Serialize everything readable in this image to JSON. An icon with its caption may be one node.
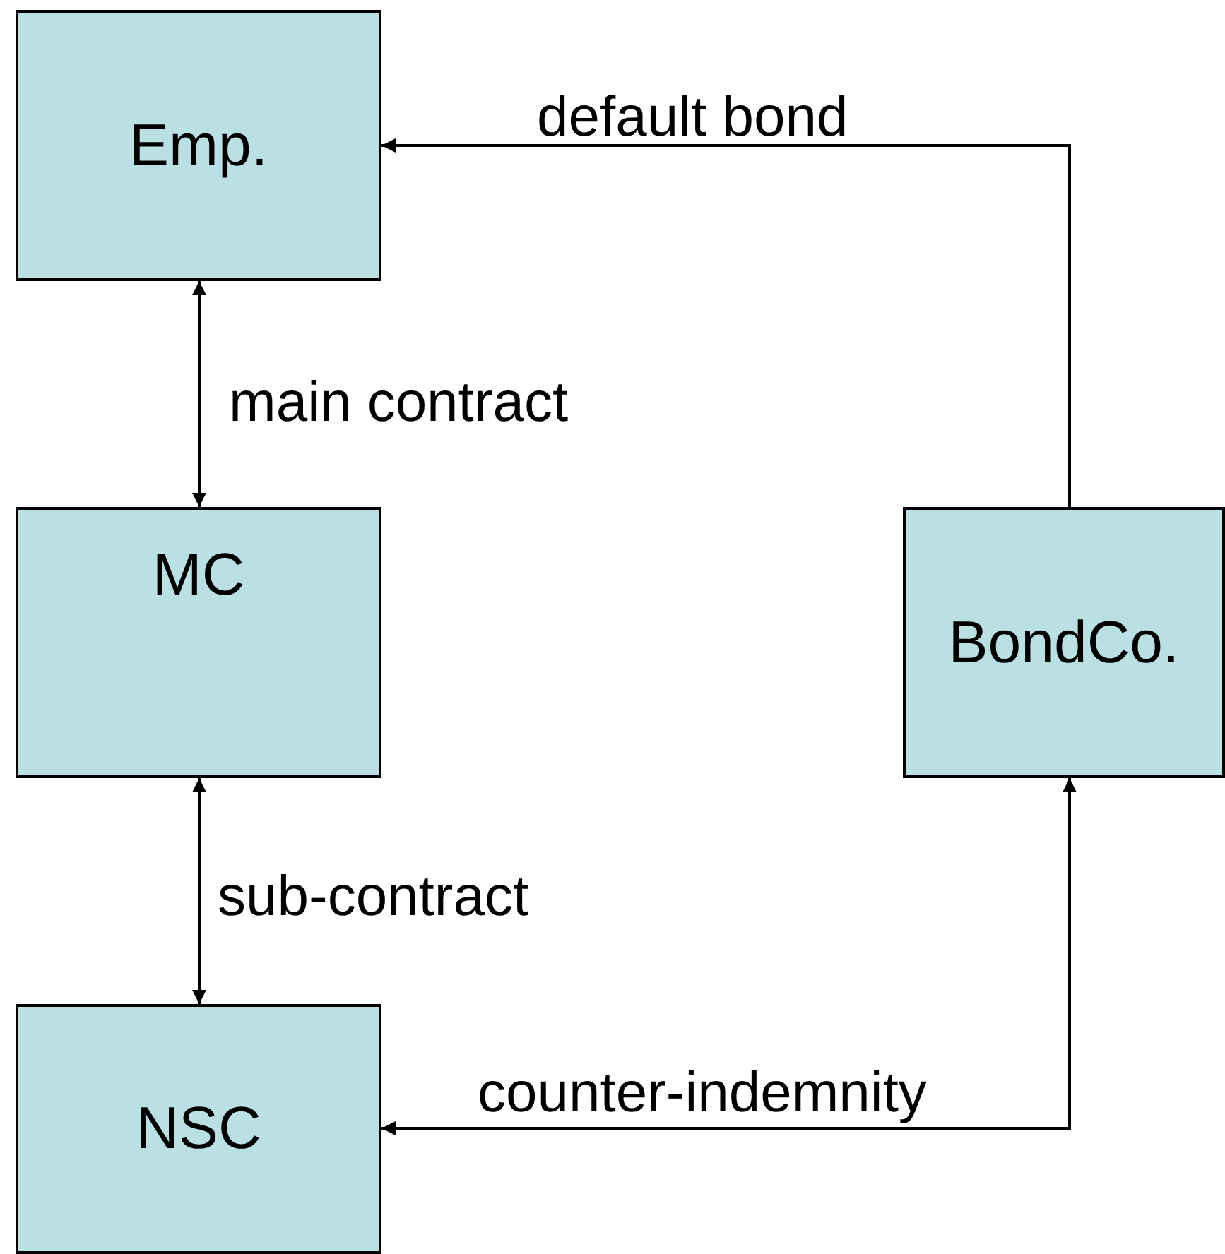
{
  "diagram": {
    "nodes": [
      {
        "text": [
          "Emp."
        ]
      },
      {
        "text": [
          "MC"
        ]
      },
      {
        "text": [
          "BondCo."
        ]
      },
      {
        "text": [
          "NSC"
        ]
      }
    ],
    "edges": [
      {
        "from": 2,
        "to": 0,
        "arrow": "to",
        "label": "default bond"
      },
      {
        "from": 0,
        "to": 1,
        "arrow": "both",
        "label": "main contract"
      },
      {
        "from": 1,
        "to": 3,
        "arrow": "both",
        "label": "sub-contract"
      },
      {
        "from": 3,
        "to": 2,
        "arrow": "both",
        "label": "counter-indemnity"
      }
    ]
  }
}
